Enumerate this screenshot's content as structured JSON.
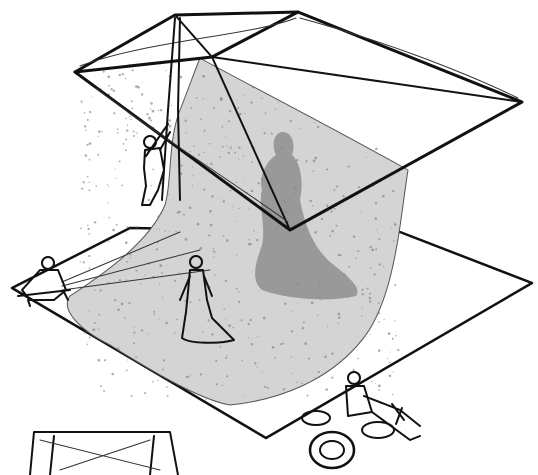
{
  "figure": {
    "kind": "sketch",
    "elements": [
      "overhead-frame",
      "hanging-fabric",
      "stage-floor",
      "performer-on-rope",
      "seated-musician-left",
      "standing-figure-white-gown",
      "ghost-figure-shadow",
      "seated-percussionist",
      "lower-left-scaffold"
    ]
  },
  "colors": {
    "ink": "#111111",
    "fabric": "#d4d4d4",
    "ghost": "#8e8e8e",
    "gown": "#ffffff"
  }
}
